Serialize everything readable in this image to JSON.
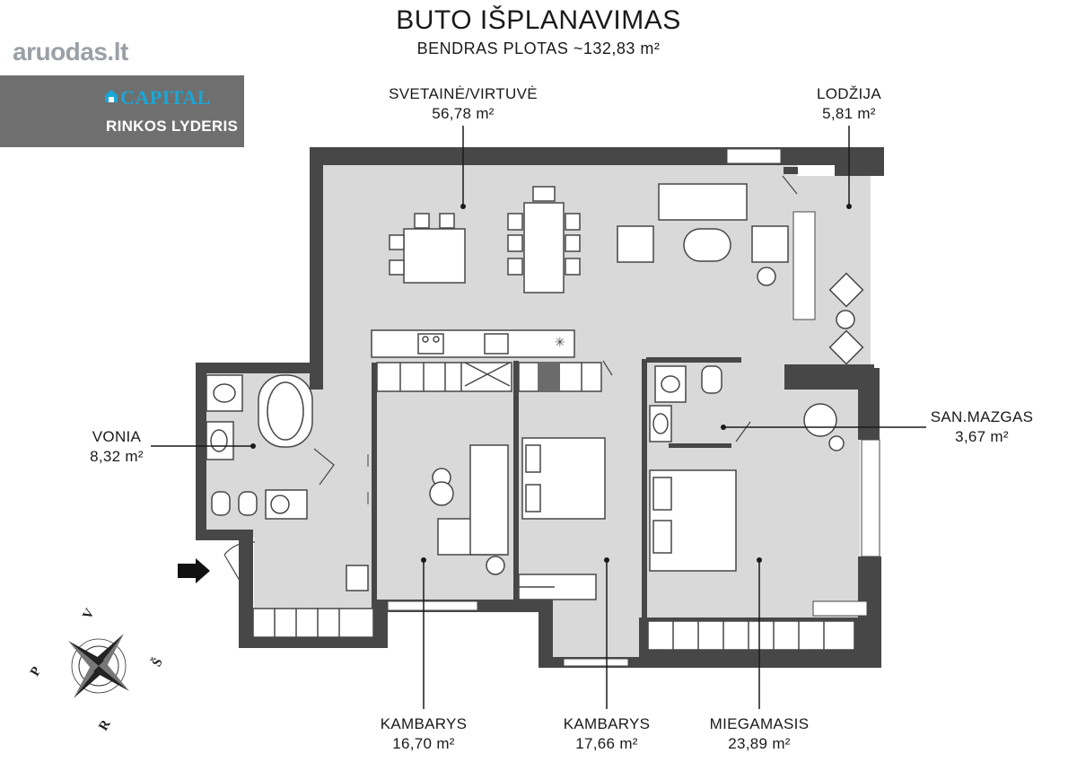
{
  "header": {
    "title": "BUTO IŠPLANAVIMAS",
    "subtitle": "BENDRAS PLOTAS ~132,83 m²"
  },
  "watermark": {
    "site": "aruodas.lt"
  },
  "banner": {
    "brand": "CAPITAL",
    "tagline": "RINKOS LYDERIS",
    "color": "#6f6f6f",
    "accent": "#1aa7d6"
  },
  "rooms": {
    "living": {
      "name": "SVETAINĖ/VIRTUVĖ",
      "area": "56,78 m²"
    },
    "loggia": {
      "name": "LODŽIJA",
      "area": "5,81 m²"
    },
    "bath": {
      "name": "VONIA",
      "area": "8,32 m²"
    },
    "wc": {
      "name": "SAN.MAZGAS",
      "area": "3,67 m²"
    },
    "room1": {
      "name": "KAMBARYS",
      "area": "16,70 m²"
    },
    "room2": {
      "name": "KAMBARYS",
      "area": "17,66 m²"
    },
    "bedroom": {
      "name": "MIEGAMASIS",
      "area": "23,89 m²"
    }
  },
  "compass": {
    "n": "Š",
    "s": "P",
    "e": "R",
    "w": "V"
  },
  "colors": {
    "floor": "#d8d8d8",
    "wall": "#4a4a4a",
    "furniture": "#ffffff"
  }
}
